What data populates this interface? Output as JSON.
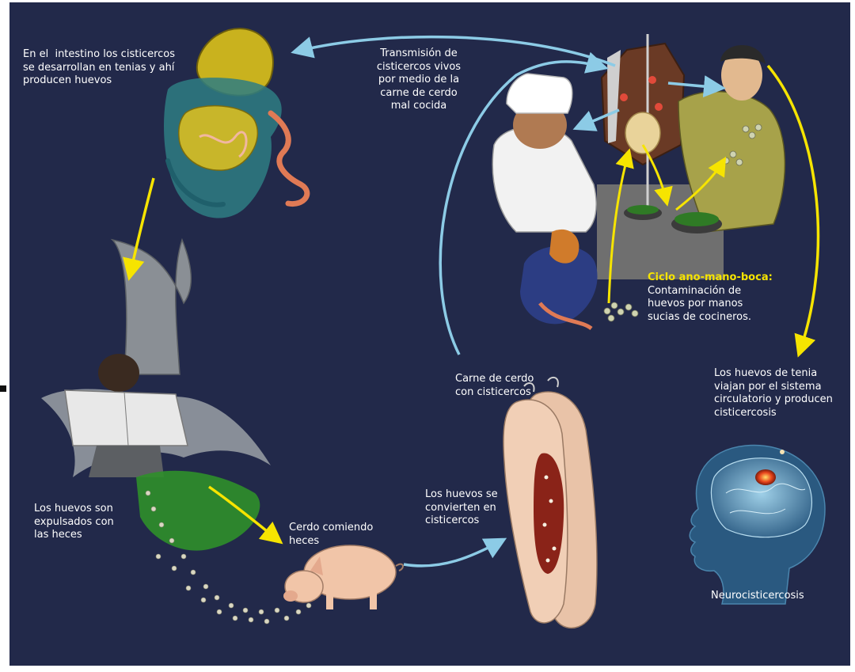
{
  "labels": {
    "intestine": "En el  intestino los cisticercos\nse desarrollan en tenias y ahí\nproducen huevos",
    "transmission": "Transmisión de\ncisticercos vivos\npor medio de la\ncarne de cerdo\nmal cocida",
    "cycle_title": "Ciclo ano-mano-boca:",
    "cycle_body": "Contaminación de\nhuevos por manos\nsucias de cocineros.",
    "pork": "Carne de cerdo\ncon cisticercos",
    "eggs_blood": "Los huevos de tenia\nviajan por el sistema\ncirculatorio y producen\ncisticercosis",
    "eggs_feces": "Los huevos son\nexpulsados con\nlas heces",
    "pig_eating": "Cerdo comiendo\nheces",
    "eggs_convert": "Los huevos se\nconvierten en\ncisticercos",
    "neuro": "Neurocisticercosis"
  },
  "colors": {
    "background": "#22294a",
    "arrow_blue": "#8ccbe6",
    "arrow_yellow": "#f6e400",
    "text": "#ffffff",
    "highlight": "#f6e400"
  },
  "scenes": [
    "intestine",
    "taco-stand",
    "tree-person",
    "pig",
    "pig-carcass",
    "brain"
  ]
}
